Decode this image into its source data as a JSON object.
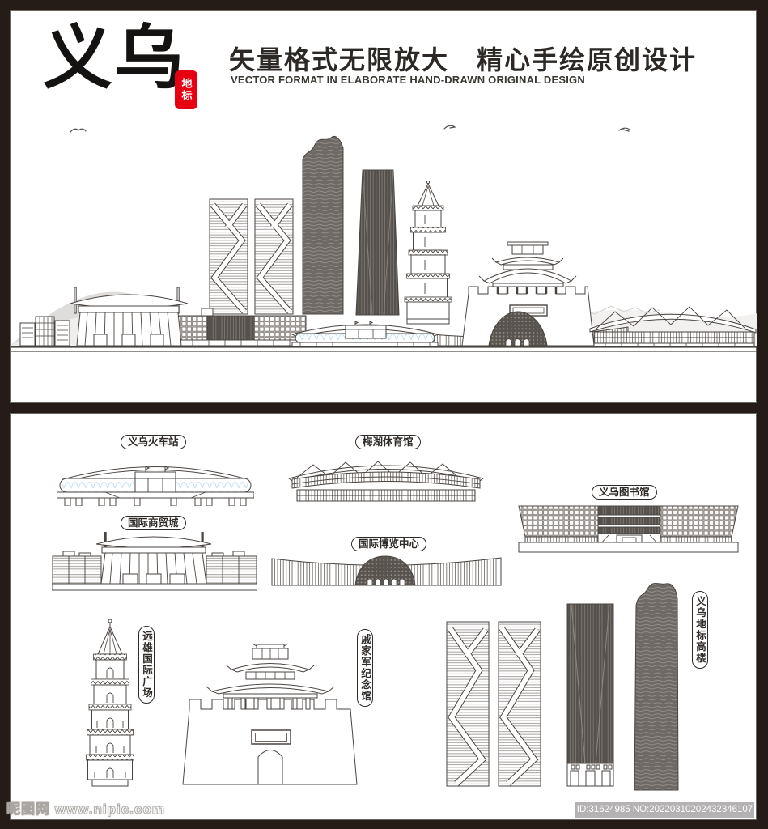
{
  "header": {
    "city_name": "义乌",
    "seal_text": "地标",
    "title_cn": "矢量格式无限放大　精心手绘原创设计",
    "title_en": "VECTOR FORMAT IN ELABORATE HAND-DRAWN ORIGINAL DESIGN"
  },
  "landmarks": [
    {
      "label": "义乌火车站"
    },
    {
      "label": "梅湖体育馆"
    },
    {
      "label": "义乌图书馆"
    },
    {
      "label": "国际商贸城"
    },
    {
      "label": "国际博览中心"
    },
    {
      "label": "远雄国际广场"
    },
    {
      "label": "戚家军纪念馆"
    },
    {
      "label": "义乌地标高楼"
    }
  ],
  "watermark": {
    "site": "昵图网 www.nipic.com",
    "id_no": "ID:31624985 NO:20220310202432346107"
  },
  "colors": {
    "frame": "#251c17",
    "seal_red": "#e60012",
    "ink": "#4a4440",
    "dark_fill": "#57514d",
    "glass_blue": "#bfe0f2"
  }
}
